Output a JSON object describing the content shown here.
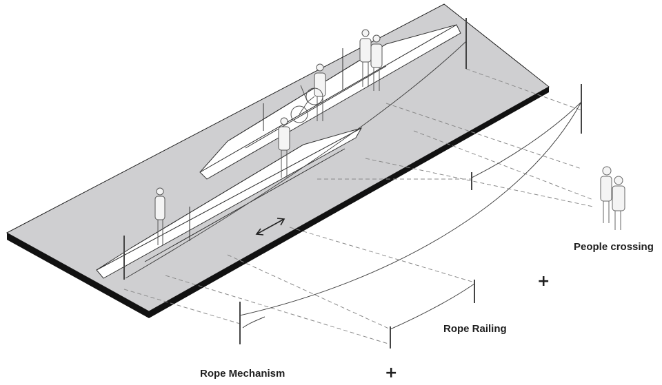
{
  "labels": {
    "people_crossing": "People crossing",
    "rope_railing": "Rope Railing",
    "rope_mechanism": "Rope Mechanism",
    "plus_1": "+",
    "plus_2": "+"
  },
  "colors": {
    "water_plane": "#cfcfd1",
    "plane_edge": "#111111",
    "boat_fill": "#ffffff",
    "linework": "#333333",
    "dashed_guides": "#8a8a8a",
    "label_text": "#1e1e1e"
  },
  "icons": [
    "double-arrow-icon",
    "person-silhouette-icon",
    "bicycle-icon"
  ]
}
